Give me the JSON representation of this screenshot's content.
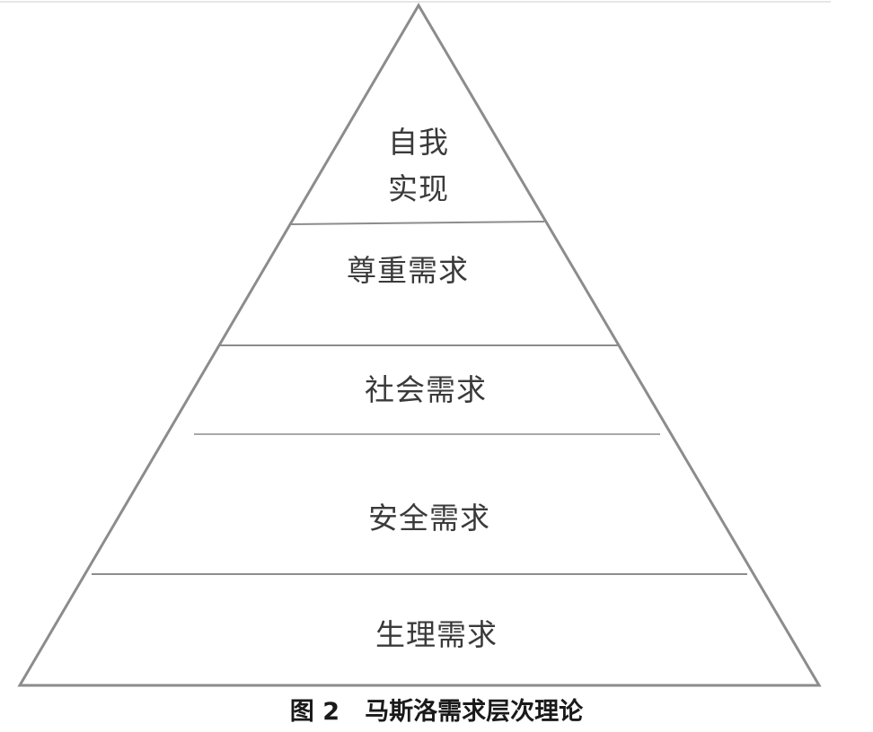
{
  "diagram": {
    "layers": [
      {
        "id": "self-actualization",
        "lines": [
          "自我",
          "实现"
        ]
      },
      {
        "id": "esteem",
        "lines": [
          "尊重需求"
        ]
      },
      {
        "id": "social",
        "lines": [
          "社会需求"
        ]
      },
      {
        "id": "safety",
        "lines": [
          "安全需求"
        ]
      },
      {
        "id": "physiological",
        "lines": [
          "生理需求"
        ]
      }
    ]
  },
  "caption": {
    "figure_number": "图 2",
    "title": "马斯洛需求层次理论"
  }
}
